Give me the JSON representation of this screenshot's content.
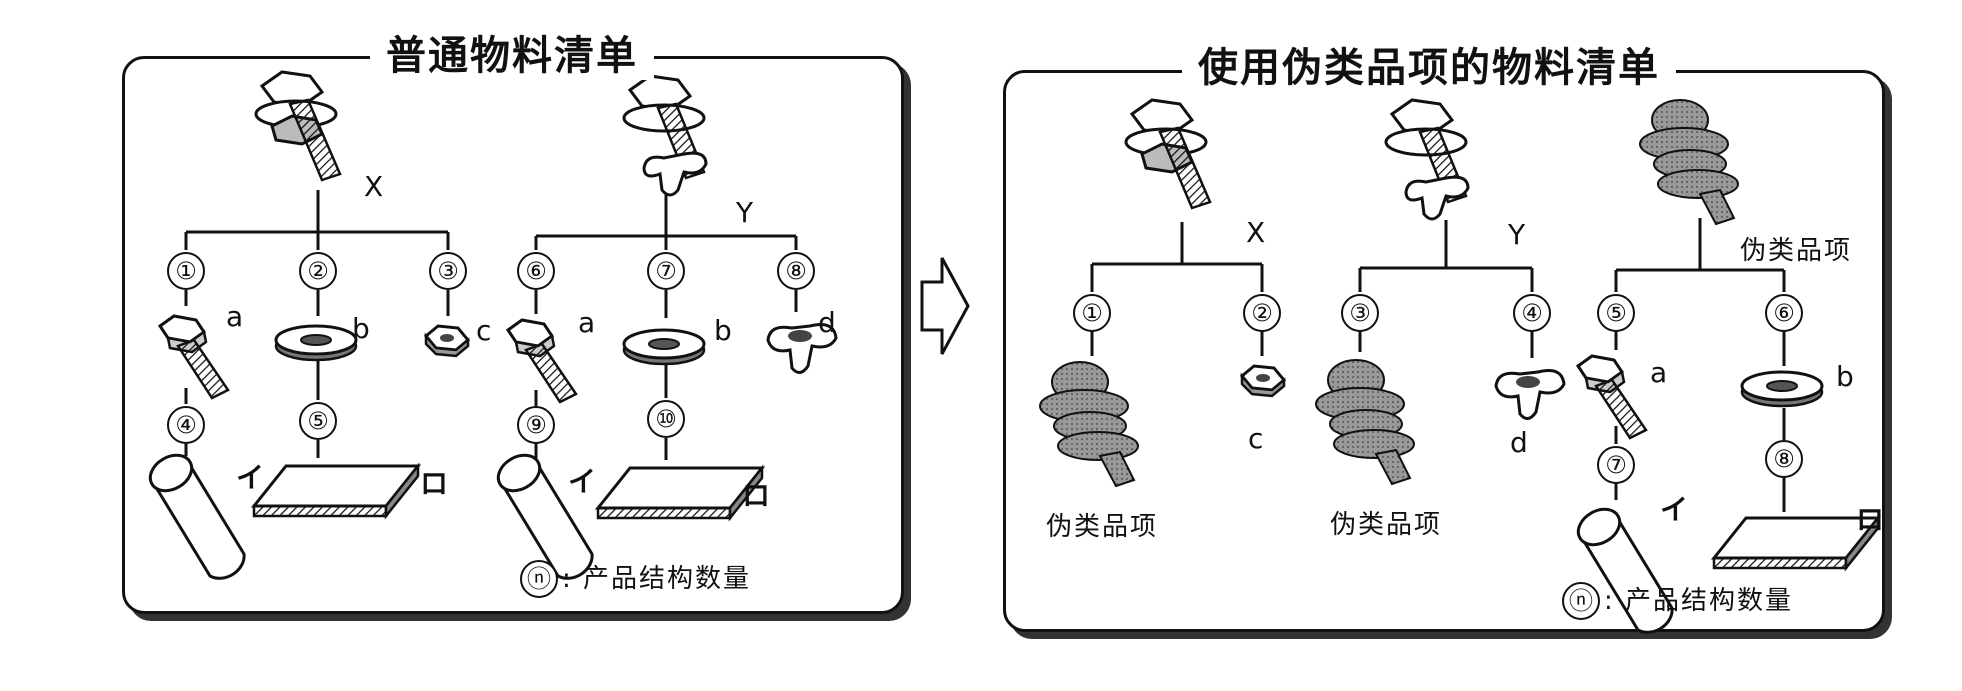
{
  "left": {
    "title": "普通物料清单",
    "parents": {
      "x": "X",
      "y": "Y"
    },
    "quantities": [
      "①",
      "②",
      "③",
      "④",
      "⑤",
      "⑥",
      "⑦",
      "⑧",
      "⑨",
      "⑩"
    ],
    "components": {
      "a1": "a",
      "b1": "b",
      "c": "c",
      "a2": "a",
      "b2": "b",
      "d": "d"
    },
    "materials": {
      "i1": "イ",
      "ro1": "ロ",
      "i2": "イ",
      "ro2": "ロ"
    },
    "legend_symbol": "ⓝ",
    "legend_text": ": 产品结构数量"
  },
  "arrow": "⇨",
  "right": {
    "title": "使用伪类品项的物料清单",
    "parents": {
      "x": "X",
      "y": "Y"
    },
    "phantom_label": "伪类品项",
    "quantities": [
      "①",
      "②",
      "③",
      "④",
      "⑤",
      "⑥",
      "⑦",
      "⑧"
    ],
    "components": {
      "c": "c",
      "d": "d",
      "a": "a",
      "b": "b"
    },
    "materials": {
      "i": "イ",
      "ro": "ロ"
    },
    "legend_symbol": "ⓝ",
    "legend_text": ": 产品结构数量"
  }
}
